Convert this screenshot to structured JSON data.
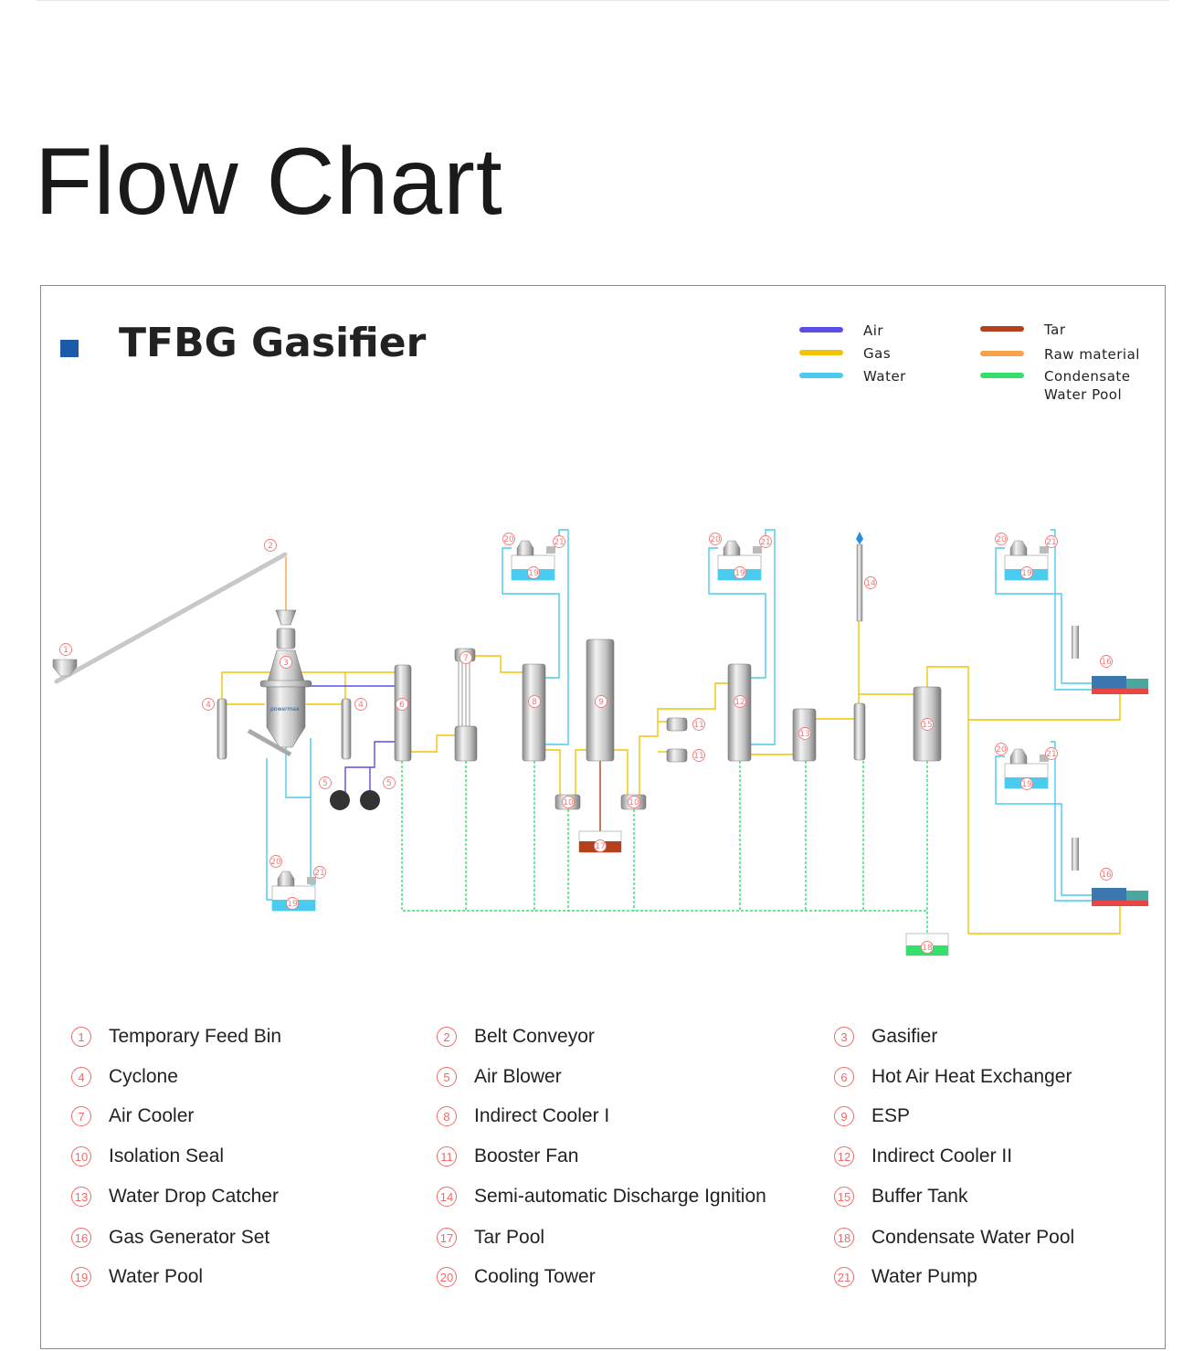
{
  "page_title": "Flow Chart",
  "diagram": {
    "title": "TFBG Gasifier",
    "accent_color": "#1a5aa8",
    "legend": [
      {
        "label": "Air",
        "color": "#5b4de8"
      },
      {
        "label": "Gas",
        "color": "#f2c400"
      },
      {
        "label": "Water",
        "color": "#4ccbf0"
      },
      {
        "label": "Tar",
        "color": "#b5401c"
      },
      {
        "label": "Raw material",
        "color": "#f8a24a"
      },
      {
        "label": "Condensate Water Pool",
        "color": "#33e06a"
      }
    ],
    "brand_mark": "powermax",
    "components": [
      {
        "n": "1",
        "name": "Temporary Feed Bin"
      },
      {
        "n": "2",
        "name": "Belt Conveyor"
      },
      {
        "n": "3",
        "name": "Gasifier"
      },
      {
        "n": "4",
        "name": "Cyclone"
      },
      {
        "n": "5",
        "name": "Air Blower"
      },
      {
        "n": "6",
        "name": "Hot Air Heat Exchanger"
      },
      {
        "n": "7",
        "name": "Air Cooler"
      },
      {
        "n": "8",
        "name": "Indirect Cooler  I"
      },
      {
        "n": "9",
        "name": "ESP"
      },
      {
        "n": "10",
        "name": "Isolation Seal"
      },
      {
        "n": "11",
        "name": "Booster Fan"
      },
      {
        "n": "12",
        "name": "Indirect Cooler  II"
      },
      {
        "n": "13",
        "name": "Water Drop Catcher"
      },
      {
        "n": "14",
        "name": "Semi-automatic Discharge Ignition"
      },
      {
        "n": "15",
        "name": "Buffer Tank"
      },
      {
        "n": "16",
        "name": "Gas  Generator Set"
      },
      {
        "n": "17",
        "name": "Tar Pool"
      },
      {
        "n": "18",
        "name": "Condensate Water Pool"
      },
      {
        "n": "19",
        "name": "Water Pool"
      },
      {
        "n": "20",
        "name": "Cooling Tower"
      },
      {
        "n": "21",
        "name": "Water Pump"
      }
    ]
  }
}
